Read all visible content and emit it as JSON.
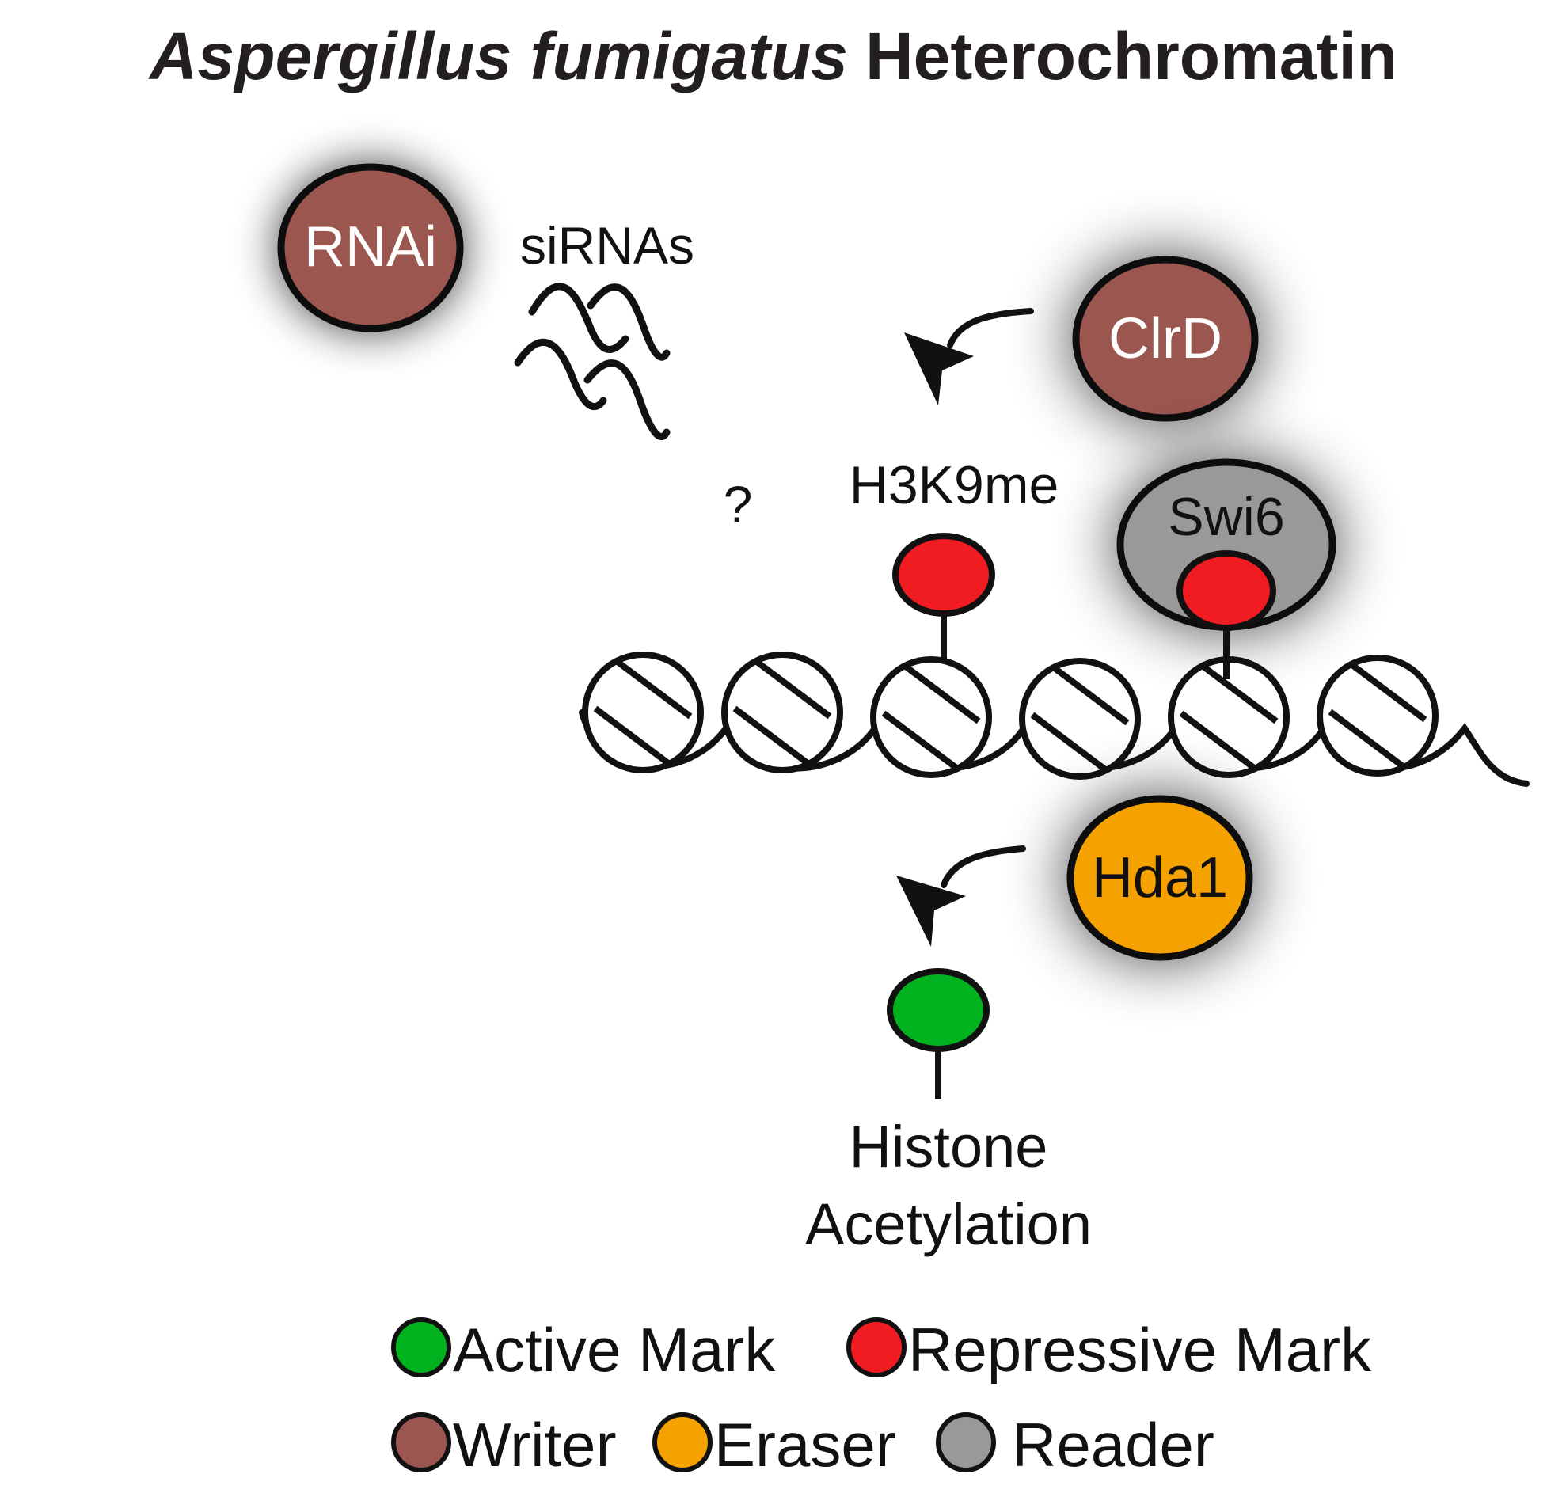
{
  "title": {
    "species": "Aspergillus fumigatus",
    "rest": "Heterochromatin"
  },
  "proteins": {
    "rnai": "RNAi",
    "clrd": "ClrD",
    "swi6": "Swi6",
    "hda1": "Hda1"
  },
  "labels": {
    "sirnas": "siRNAs",
    "question": "?",
    "h3k9me": "H3K9me",
    "histone": "Histone",
    "acetylation": "Acetylation"
  },
  "legend": {
    "active": "Active Mark",
    "repressive": "Repressive Mark",
    "writer": "Writer",
    "eraser": "Eraser",
    "reader": "Reader"
  },
  "colors": {
    "writer": "#9b5650",
    "eraser": "#f5a100",
    "reader": "#999999",
    "active": "#00b31e",
    "repressive": "#f01c22",
    "outline": "#111111"
  }
}
